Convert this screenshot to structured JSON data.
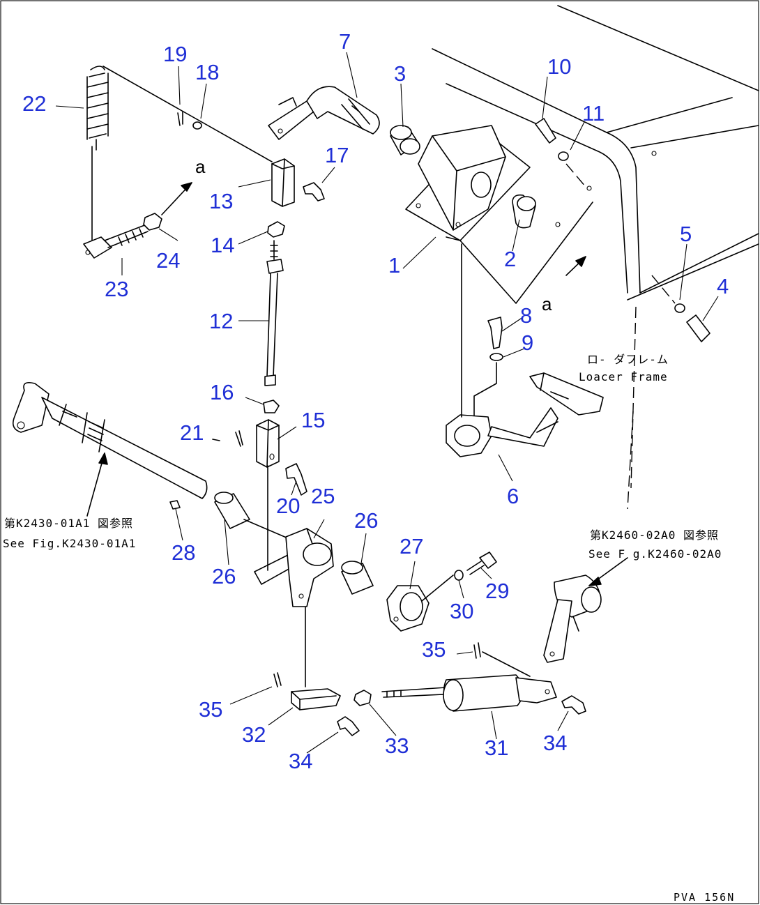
{
  "part_numbers": [
    "1",
    "2",
    "3",
    "4",
    "5",
    "6",
    "7",
    "8",
    "9",
    "10",
    "11",
    "12",
    "13",
    "14",
    "15",
    "16",
    "17",
    "18",
    "19",
    "20",
    "21",
    "22",
    "23",
    "24",
    "25",
    "26",
    "26",
    "27",
    "28",
    "29",
    "30",
    "31",
    "32",
    "33",
    "34",
    "34",
    "35",
    "35"
  ],
  "refs": {
    "a1": "a",
    "a2": "a"
  },
  "notes": {
    "loader_frame_jp": "ロ- ダフレ-ム",
    "loader_frame_en": "Loacer Frame",
    "fig_left_jp": "第K2430-01A1 図参照",
    "fig_left_en": "See Fig.K2430-01A1",
    "fig_right_jp": "第K2460-02A0 図参照",
    "fig_right_en": "See F g.K2460-02A0"
  },
  "drawing_code": "PVA 156N",
  "colors": {
    "callout": "#1f2fd6",
    "line": "#000000"
  }
}
